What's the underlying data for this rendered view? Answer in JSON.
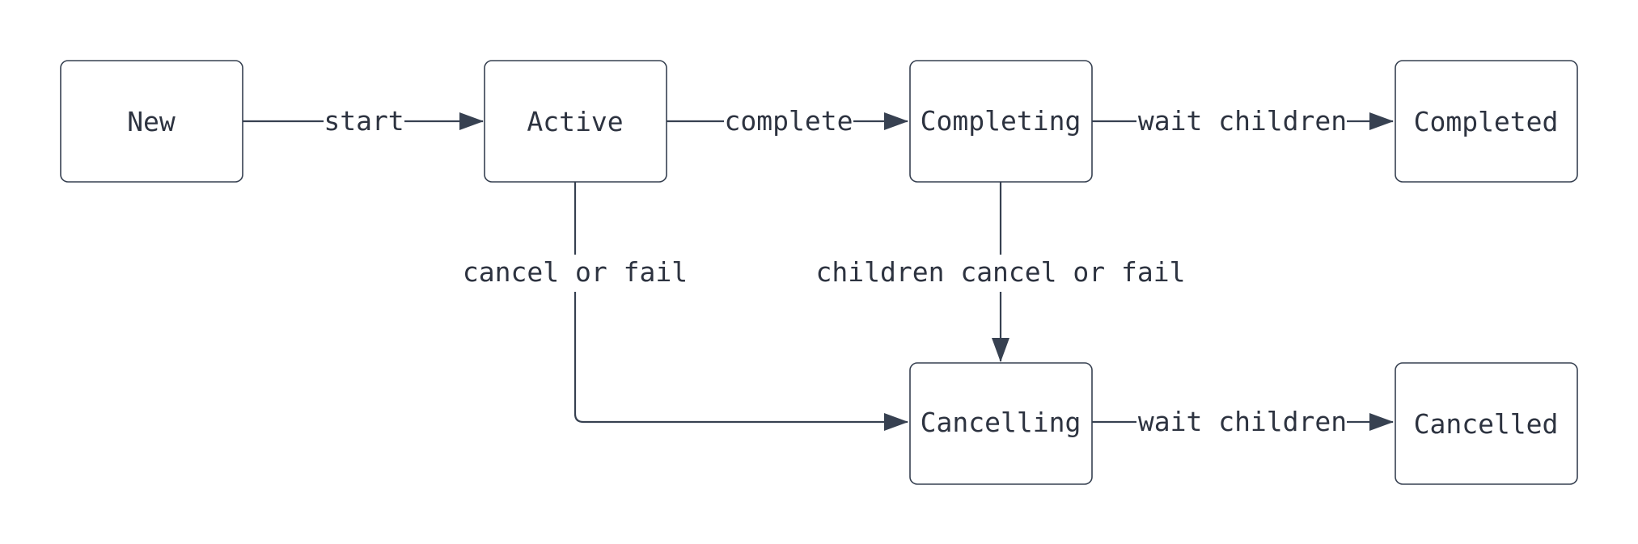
{
  "diagram": {
    "type": "state-transition",
    "nodes": {
      "new": {
        "label": "New"
      },
      "active": {
        "label": "Active"
      },
      "completing": {
        "label": "Completing"
      },
      "completed": {
        "label": "Completed"
      },
      "cancelling": {
        "label": "Cancelling"
      },
      "cancelled": {
        "label": "Cancelled"
      }
    },
    "edges": {
      "start": {
        "from": "New",
        "to": "Active",
        "label": "start"
      },
      "complete": {
        "from": "Active",
        "to": "Completing",
        "label": "complete"
      },
      "completing_wait": {
        "from": "Completing",
        "to": "Completed",
        "label": "wait children"
      },
      "active_cancel": {
        "from": "Active",
        "to": "Cancelling",
        "label": "cancel or fail"
      },
      "children_cancel": {
        "from": "Completing",
        "to": "Cancelling",
        "label": "children cancel or fail"
      },
      "cancelling_wait": {
        "from": "Cancelling",
        "to": "Cancelled",
        "label": "wait children"
      }
    },
    "colors": {
      "stroke": "#374151",
      "text": "#2d3340",
      "background": "#ffffff"
    }
  }
}
